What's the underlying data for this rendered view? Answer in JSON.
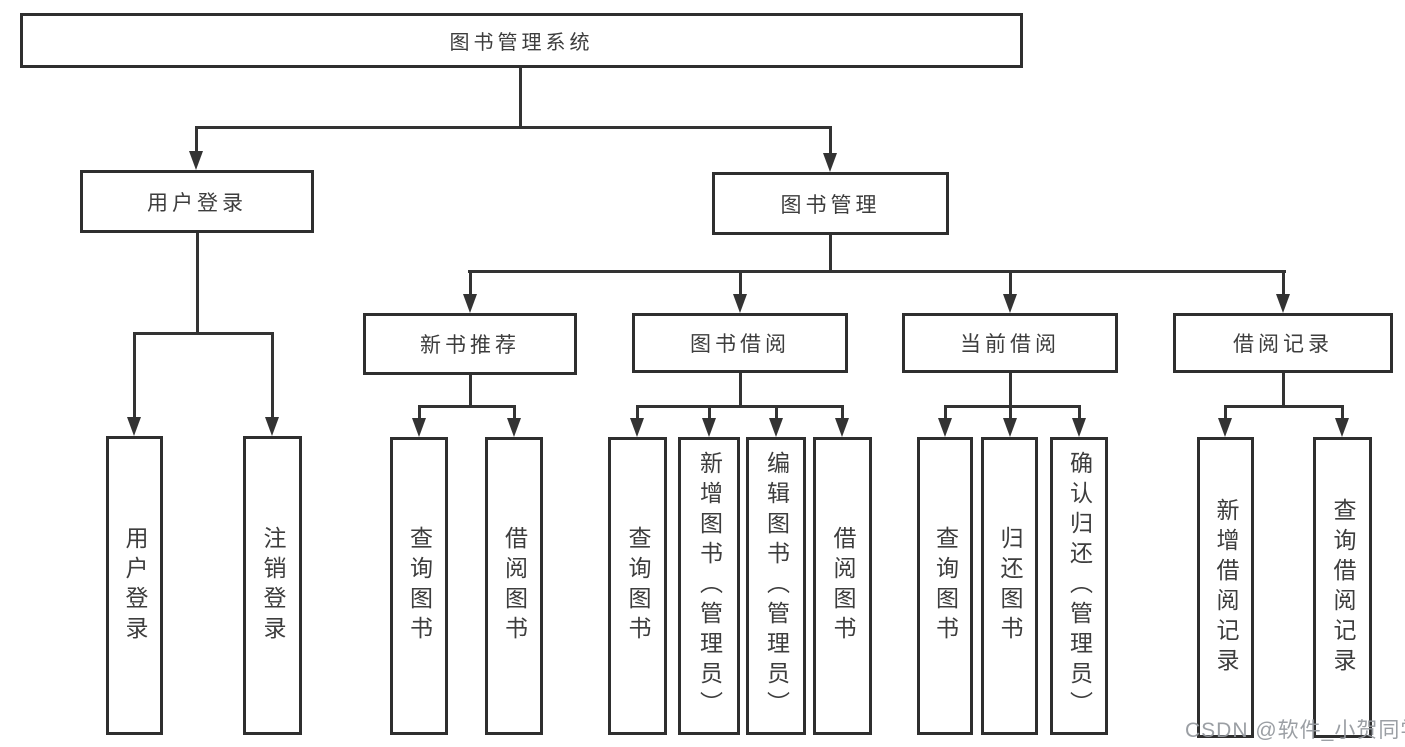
{
  "diagram": {
    "title": "图书管理系统",
    "tree": {
      "root": "图书管理系统",
      "user_login": {
        "label": "用户登录",
        "children": {
          "login": "用户登录",
          "logout": "注销登录"
        }
      },
      "book_mgmt": {
        "label": "图书管理",
        "children": {
          "new_book_rec": {
            "label": "新书推荐",
            "children": {
              "query_books": "查询图书",
              "borrow_books": "借阅图书"
            }
          },
          "book_borrow": {
            "label": "图书借阅",
            "children": {
              "query_books": "查询图书",
              "add_books_admin": "新增图书（管理员）",
              "edit_books_admin": "编辑图书（管理员）",
              "borrow_books": "借阅图书"
            }
          },
          "current_borrow": {
            "label": "当前借阅",
            "children": {
              "query_books": "查询图书",
              "return_books": "归还图书",
              "confirm_return_admin": "确认归还（管理员）"
            }
          },
          "borrow_records": {
            "label": "借阅记录",
            "children": {
              "add_borrow_record": "新增借阅记录",
              "query_borrow_record": "查询借阅记录"
            }
          }
        }
      }
    }
  },
  "watermark": {
    "text": "CSDN @软件_小贺同学"
  },
  "colors": {
    "line": "#333333",
    "border": "#2f2f2f",
    "text": "#3d3d3d",
    "watermark": "#969a9f",
    "background": "#ffffff"
  }
}
